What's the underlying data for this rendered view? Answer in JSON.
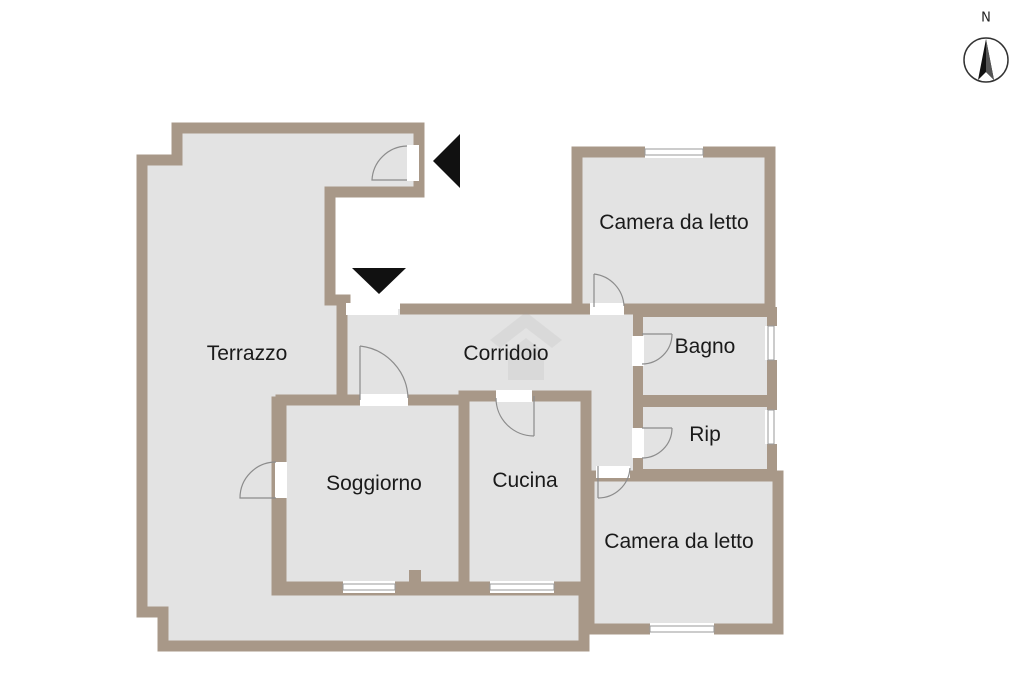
{
  "compass": {
    "north_label": "N",
    "icon": "north-arrow-icon"
  },
  "rooms": {
    "terrazzo": "Terrazzo",
    "corridoio": "Corridoio",
    "camera_nord": "Camera da letto",
    "bagno": "Bagno",
    "rip": "Rip",
    "soggiorno": "Soggiorno",
    "cucina": "Cucina",
    "camera_sud": "Camera da letto"
  },
  "markers": [
    "entrance-arrow-icon",
    "entrance-arrow-icon"
  ],
  "colors": {
    "wall": "#a89888",
    "floor": "#e3e3e3",
    "marker": "#111111"
  }
}
